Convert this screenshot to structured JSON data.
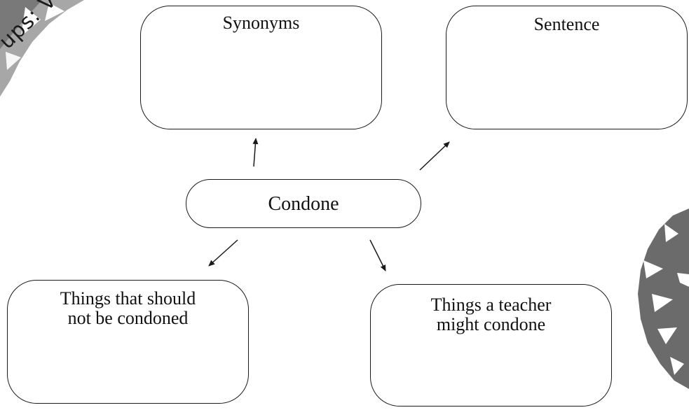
{
  "center": {
    "label": "Condone"
  },
  "boxes": {
    "synonyms": "Synonyms",
    "sentence": "Sentence",
    "should_not": "Things that should\nnot be condoned",
    "teacher": "Things a teacher\nmight condone"
  },
  "watermark": {
    "text": "ups: Vocabula"
  },
  "colors": {
    "stroke": "#1a1a1a",
    "watermark_gray": "#7a7a7a",
    "background": "#ffffff"
  }
}
